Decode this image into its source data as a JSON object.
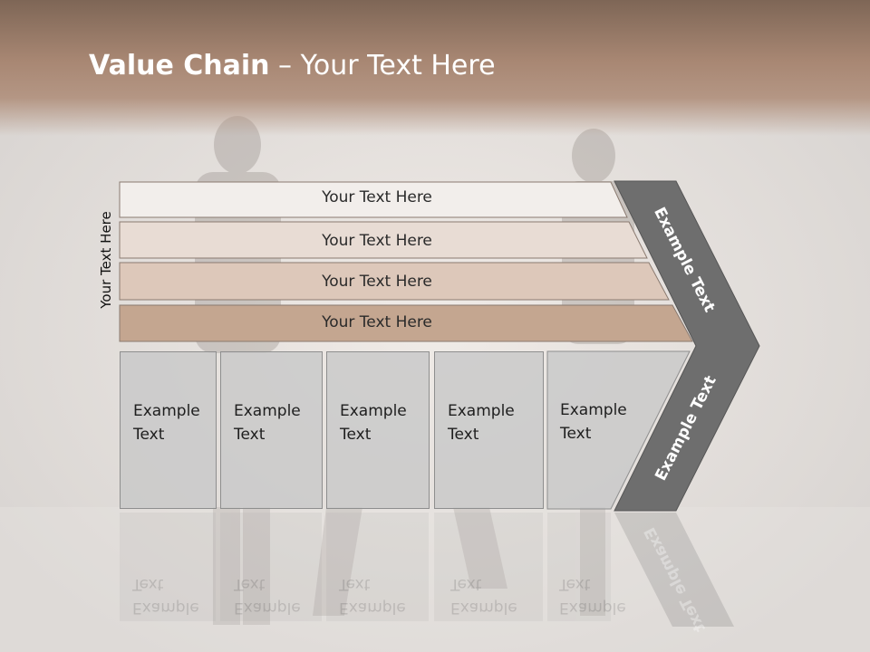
{
  "slide": {
    "title_bold": "Value Chain",
    "title_rest": " – Your Text Here",
    "side_label": "Your Text Here"
  },
  "bands": [
    {
      "label": "Your Text Here",
      "color": "#f2eeeb"
    },
    {
      "label": "Your Text Here",
      "color": "#e8dcd4"
    },
    {
      "label": "Your Text Here",
      "color": "#ddc8ba"
    },
    {
      "label": "Your Text Here",
      "color": "#c4a690"
    }
  ],
  "columns": [
    {
      "line1": "Example",
      "line2": "Text"
    },
    {
      "line1": "Example",
      "line2": "Text"
    },
    {
      "line1": "Example",
      "line2": "Text"
    },
    {
      "line1": "Example",
      "line2": "Text"
    },
    {
      "line1": "Example",
      "line2": "Text"
    }
  ],
  "chevron": {
    "upper_label": "Example Text",
    "lower_label": "Example Text",
    "color": "#6e6e6e"
  }
}
